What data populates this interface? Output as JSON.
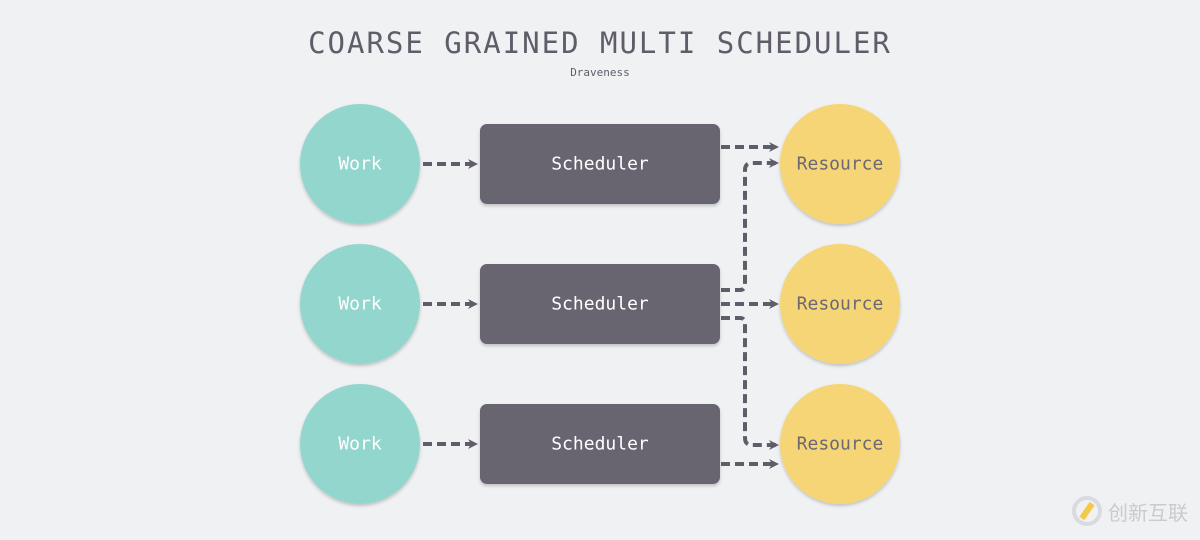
{
  "title": "COARSE GRAINED MULTI SCHEDULER",
  "author": "Draveness",
  "colors": {
    "work": "#93d6cd",
    "scheduler": "#676571",
    "resource": "#f5d574",
    "arrow": "#5f5d69",
    "background": "#f0f1f3"
  },
  "nodes": {
    "works": [
      {
        "label": "Work"
      },
      {
        "label": "Work"
      },
      {
        "label": "Work"
      }
    ],
    "schedulers": [
      {
        "label": "Scheduler"
      },
      {
        "label": "Scheduler"
      },
      {
        "label": "Scheduler"
      }
    ],
    "resources": [
      {
        "label": "Resource"
      },
      {
        "label": "Resource"
      },
      {
        "label": "Resource"
      }
    ]
  },
  "edges": [
    {
      "from": "work-1",
      "to": "scheduler-1"
    },
    {
      "from": "work-2",
      "to": "scheduler-2"
    },
    {
      "from": "work-3",
      "to": "scheduler-3"
    },
    {
      "from": "scheduler-1",
      "to": "resource-1"
    },
    {
      "from": "scheduler-2",
      "to": "resource-1"
    },
    {
      "from": "scheduler-2",
      "to": "resource-2"
    },
    {
      "from": "scheduler-2",
      "to": "resource-3"
    },
    {
      "from": "scheduler-3",
      "to": "resource-3"
    }
  ],
  "watermark": "创新互联"
}
